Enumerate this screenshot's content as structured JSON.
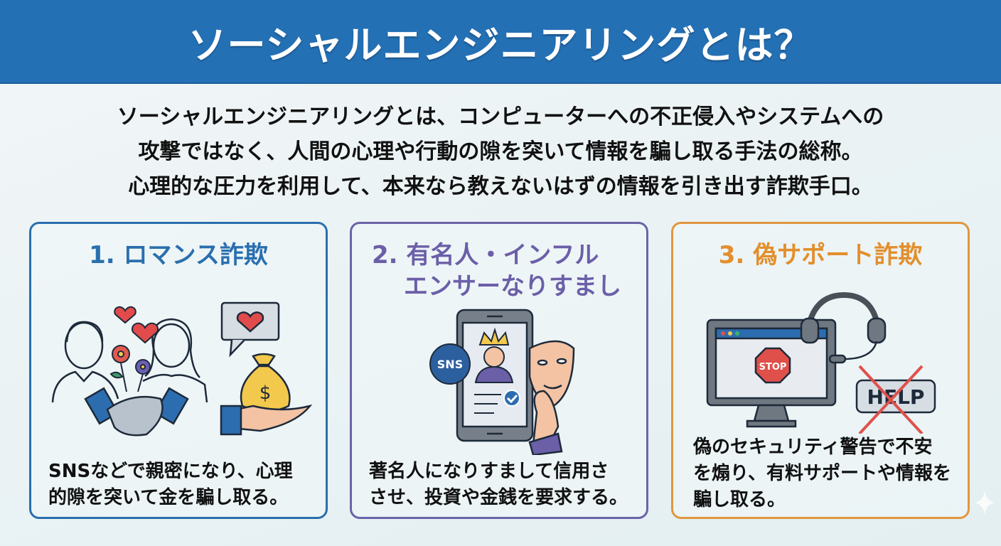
{
  "header": {
    "title": "ソーシャルエンジニアリングとは？"
  },
  "intro": {
    "lines": [
      "ソーシャルエンジニアリングとは、コンピューターへの不正侵入やシステムへの",
      "攻撃ではなく、人間の心理や行動の隙を突いて情報を騙し取る手法の総称。",
      "心理的な圧力を利用して、本来なら教えないはずの情報を引き出す詐欺手口。"
    ]
  },
  "cards": [
    {
      "title": "1. ロマンス詐欺",
      "color": "#2a6fae",
      "icons": [
        "couple-icon",
        "hearts-icon",
        "flowers-icon",
        "handshake-icon",
        "heart-message-icon",
        "money-bag-icon"
      ],
      "desc_lines": [
        "SNSなどで親密になり、心理",
        "的隙を突いて金を騙し取る。"
      ]
    },
    {
      "title_lines": [
        "2. 有名人・インフル",
        "エンサーなりすまし"
      ],
      "color": "#6b5fa8",
      "icons": [
        "smartphone-icon",
        "crown-icon",
        "sns-badge-icon",
        "verified-check-icon",
        "mask-icon"
      ],
      "badge_text": "SNS",
      "desc_lines": [
        "著名人になりすまして信用さ",
        "させ、投資や金銭を要求する。"
      ]
    },
    {
      "title": "3. 偽サポート詐欺",
      "color": "#e28f2d",
      "icons": [
        "monitor-icon",
        "stop-sign-icon",
        "headset-icon",
        "help-crossed-icon"
      ],
      "stop_text": "STOP",
      "help_text": "HELP",
      "desc_lines": [
        "偽のセキュリティ警告で不安",
        "を煽り、有料サポートや情報を",
        "騙し取る。"
      ]
    }
  ]
}
